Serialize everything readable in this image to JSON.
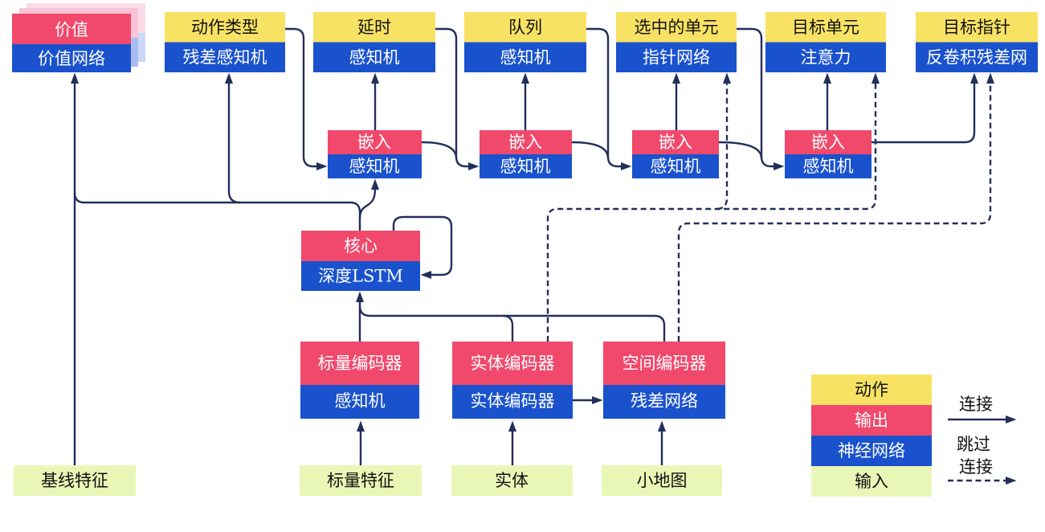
{
  "palette": {
    "action_yellow": "#F8E264",
    "output_red": "#F1496C",
    "network_blue": "#1A52CE",
    "input_green": "#E9F7B6",
    "connector_navy": "#232F5B",
    "value_shadow_pink": "#F8C3D6",
    "value_shadow_blue": "#A9BCF0"
  },
  "heads": [
    {
      "action": "价值",
      "network": "价值网络"
    },
    {
      "action": "动作类型",
      "network": "残差感知机"
    },
    {
      "action": "延时",
      "network": "感知机"
    },
    {
      "action": "队列",
      "network": "感知机"
    },
    {
      "action": "选中的单元",
      "network": "指针网络"
    },
    {
      "action": "目标单元",
      "network": "注意力"
    },
    {
      "action": "目标指针",
      "network": "反卷积残差网"
    }
  ],
  "embeds": [
    {
      "output": "嵌入",
      "network": "感知机"
    },
    {
      "output": "嵌入",
      "network": "感知机"
    },
    {
      "output": "嵌入",
      "network": "感知机"
    },
    {
      "output": "嵌入",
      "network": "感知机"
    }
  ],
  "core": {
    "output": "核心",
    "network": "深度LSTM"
  },
  "encoders": [
    {
      "output": "标量编码器",
      "network": "感知机"
    },
    {
      "output": "实体编码器",
      "network": "实体编码器"
    },
    {
      "output": "空间编码器",
      "network": "残差网络"
    }
  ],
  "inputs": [
    {
      "label": "基线特征"
    },
    {
      "label": "标量特征"
    },
    {
      "label": "实体"
    },
    {
      "label": "小地图"
    }
  ],
  "legend": {
    "swatches": [
      {
        "label": "动作",
        "type": "action"
      },
      {
        "label": "输出",
        "type": "output"
      },
      {
        "label": "神经网络",
        "type": "network"
      },
      {
        "label": "输入",
        "type": "input"
      }
    ],
    "connection_label": "连接",
    "skip_label_line1": "跳过",
    "skip_label_line2": "连接"
  }
}
